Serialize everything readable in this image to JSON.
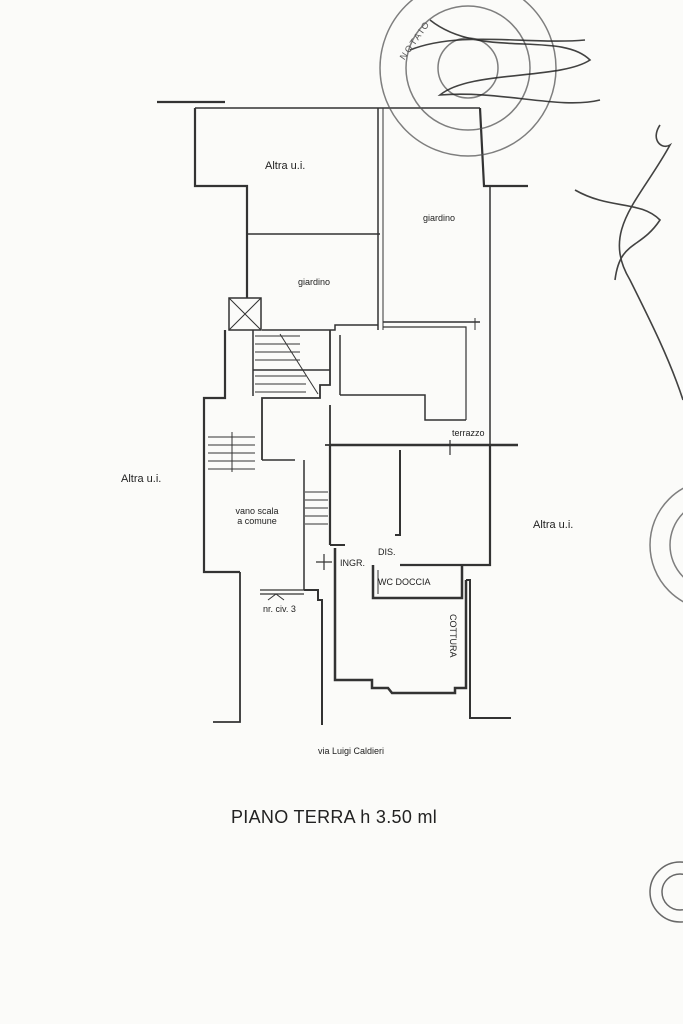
{
  "rooms": {
    "altra_top": "Altra u.i.",
    "giardino_right": "giardino",
    "giardino_left": "giardino",
    "altra_left": "Altra u.i.",
    "altra_right": "Altra u.i.",
    "terrazzo": "terrazzo",
    "vano_scala_line1": "vano scala",
    "vano_scala_line2": "a comune",
    "ingr": "INGR.",
    "dis": "DIS.",
    "wc": "WC DOCCIA",
    "cottura": "COTTURA",
    "civico": "nr. civ. 3"
  },
  "street": "via Luigi Caldieri",
  "title": "PIANO TERRA  h 3.50 ml",
  "seal_text": "NOTAIO"
}
